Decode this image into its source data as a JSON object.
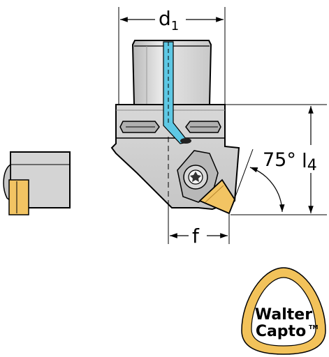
{
  "dimensions": {
    "d1": {
      "symbol": "d",
      "subscript": "1"
    },
    "l4": {
      "symbol": "l",
      "subscript": "4"
    },
    "f": {
      "symbol": "f"
    },
    "angle": {
      "value": "75°"
    }
  },
  "logo": {
    "line1": "Walter",
    "line2": "Capto",
    "trademark": "TM"
  },
  "colors": {
    "steel_light": "#dcdcdc",
    "steel_mid": "#c4c4c4",
    "steel_dark": "#a8a8a8",
    "coolant": "#5ec8e4",
    "insert": "#f2c463",
    "logo_ring": "#f2c25a",
    "outline": "#000000"
  }
}
